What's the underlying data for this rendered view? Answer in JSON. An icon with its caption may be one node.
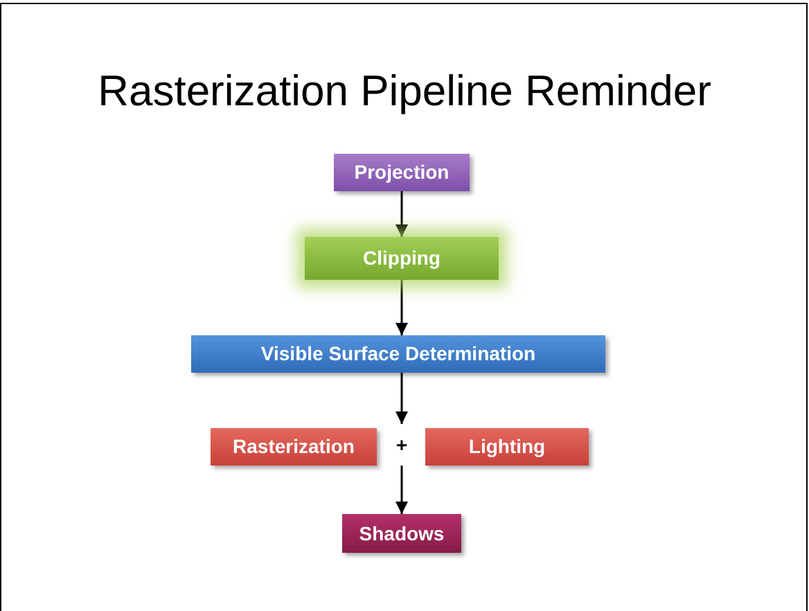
{
  "diagram": {
    "title": "Rasterization Pipeline Reminder",
    "nodes": [
      {
        "text": [
          "Projection"
        ]
      },
      {
        "text": [
          "Clipping"
        ]
      },
      {
        "text": [
          "Visible Surface Determination"
        ]
      },
      {
        "text": [
          "Rasterization"
        ]
      },
      {
        "text": [
          "+"
        ]
      },
      {
        "text": [
          "Lighting"
        ]
      },
      {
        "text": [
          "Shadows"
        ]
      }
    ],
    "edges": [
      {
        "from": 0,
        "to": 1,
        "arrow": "to"
      },
      {
        "from": 1,
        "to": 2,
        "arrow": "to"
      },
      {
        "from": 2,
        "to": 4,
        "arrow": "to"
      },
      {
        "from": 4,
        "to": 6,
        "arrow": "to"
      }
    ]
  }
}
